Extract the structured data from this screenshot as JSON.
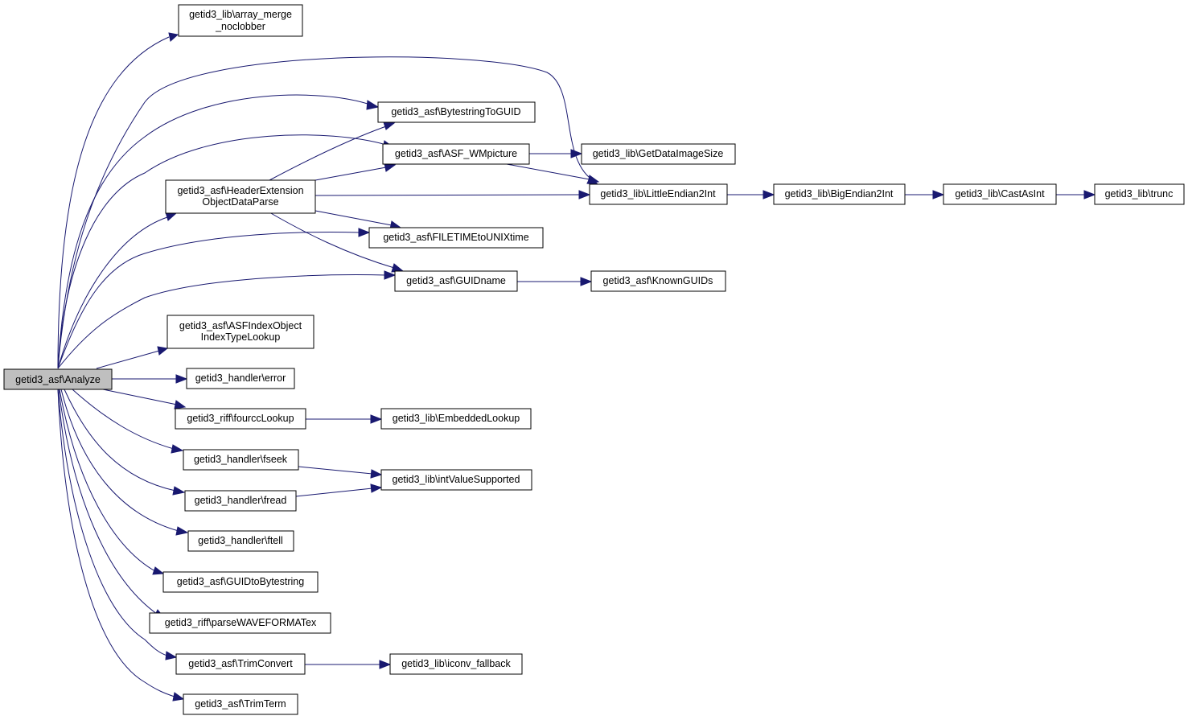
{
  "nodes": {
    "analyze": {
      "lines": [
        "getid3_asf\\Analyze"
      ]
    },
    "array_merge_noclobber": {
      "lines": [
        "getid3_lib\\array_merge",
        "_noclobber"
      ]
    },
    "bytestringtoguid": {
      "lines": [
        "getid3_asf\\BytestringToGUID"
      ]
    },
    "asf_wmpicture": {
      "lines": [
        "getid3_asf\\ASF_WMpicture"
      ]
    },
    "getdataimagesize": {
      "lines": [
        "getid3_lib\\GetDataImageSize"
      ]
    },
    "headerextension": {
      "lines": [
        "getid3_asf\\HeaderExtension",
        "ObjectDataParse"
      ]
    },
    "littleendian2int": {
      "lines": [
        "getid3_lib\\LittleEndian2Int"
      ]
    },
    "bigendian2int": {
      "lines": [
        "getid3_lib\\BigEndian2Int"
      ]
    },
    "castasint": {
      "lines": [
        "getid3_lib\\CastAsInt"
      ]
    },
    "trunc": {
      "lines": [
        "getid3_lib\\trunc"
      ]
    },
    "filetimetounixtime": {
      "lines": [
        "getid3_asf\\FILETIMEtoUNIXtime"
      ]
    },
    "guidname": {
      "lines": [
        "getid3_asf\\GUIDname"
      ]
    },
    "knownguids": {
      "lines": [
        "getid3_asf\\KnownGUIDs"
      ]
    },
    "asfindexobject": {
      "lines": [
        "getid3_asf\\ASFIndexObject",
        "IndexTypeLookup"
      ]
    },
    "handler_error": {
      "lines": [
        "getid3_handler\\error"
      ]
    },
    "fourcclookup": {
      "lines": [
        "getid3_riff\\fourccLookup"
      ]
    },
    "embeddedlookup": {
      "lines": [
        "getid3_lib\\EmbeddedLookup"
      ]
    },
    "handler_fseek": {
      "lines": [
        "getid3_handler\\fseek"
      ]
    },
    "intvaluesupported": {
      "lines": [
        "getid3_lib\\intValueSupported"
      ]
    },
    "handler_fread": {
      "lines": [
        "getid3_handler\\fread"
      ]
    },
    "handler_ftell": {
      "lines": [
        "getid3_handler\\ftell"
      ]
    },
    "guidtobytestring": {
      "lines": [
        "getid3_asf\\GUIDtoBytestring"
      ]
    },
    "parsewaveformatex": {
      "lines": [
        "getid3_riff\\parseWAVEFORMATex"
      ]
    },
    "trimconvert": {
      "lines": [
        "getid3_asf\\TrimConvert"
      ]
    },
    "iconv_fallback": {
      "lines": [
        "getid3_lib\\iconv_fallback"
      ]
    },
    "trimterm": {
      "lines": [
        "getid3_asf\\TrimTerm"
      ]
    }
  },
  "edges": [
    {
      "from": "analyze",
      "to": "array_merge_noclobber"
    },
    {
      "from": "analyze",
      "to": "littleendian2int"
    },
    {
      "from": "analyze",
      "to": "bytestringtoguid"
    },
    {
      "from": "analyze",
      "to": "asf_wmpicture"
    },
    {
      "from": "analyze",
      "to": "headerextension"
    },
    {
      "from": "analyze",
      "to": "filetimetounixtime"
    },
    {
      "from": "analyze",
      "to": "guidname"
    },
    {
      "from": "analyze",
      "to": "asfindexobject"
    },
    {
      "from": "analyze",
      "to": "handler_error"
    },
    {
      "from": "analyze",
      "to": "fourcclookup"
    },
    {
      "from": "analyze",
      "to": "handler_fseek"
    },
    {
      "from": "analyze",
      "to": "handler_fread"
    },
    {
      "from": "analyze",
      "to": "handler_ftell"
    },
    {
      "from": "analyze",
      "to": "guidtobytestring"
    },
    {
      "from": "analyze",
      "to": "parsewaveformatex"
    },
    {
      "from": "analyze",
      "to": "trimconvert"
    },
    {
      "from": "analyze",
      "to": "trimterm"
    },
    {
      "from": "headerextension",
      "to": "bytestringtoguid"
    },
    {
      "from": "headerextension",
      "to": "asf_wmpicture"
    },
    {
      "from": "headerextension",
      "to": "littleendian2int"
    },
    {
      "from": "headerextension",
      "to": "filetimetounixtime"
    },
    {
      "from": "headerextension",
      "to": "guidname"
    },
    {
      "from": "asf_wmpicture",
      "to": "getdataimagesize"
    },
    {
      "from": "asf_wmpicture",
      "to": "littleendian2int"
    },
    {
      "from": "littleendian2int",
      "to": "bigendian2int"
    },
    {
      "from": "bigendian2int",
      "to": "castasint"
    },
    {
      "from": "castasint",
      "to": "trunc"
    },
    {
      "from": "guidname",
      "to": "knownguids"
    },
    {
      "from": "fourcclookup",
      "to": "embeddedlookup"
    },
    {
      "from": "handler_fseek",
      "to": "intvaluesupported"
    },
    {
      "from": "handler_fread",
      "to": "intvaluesupported"
    },
    {
      "from": "trimconvert",
      "to": "iconv_fallback"
    }
  ],
  "colors": {
    "edge": "#191970",
    "root_fill": "#bfbfbf",
    "node_fill": "#ffffff",
    "node_border": "#000000"
  }
}
